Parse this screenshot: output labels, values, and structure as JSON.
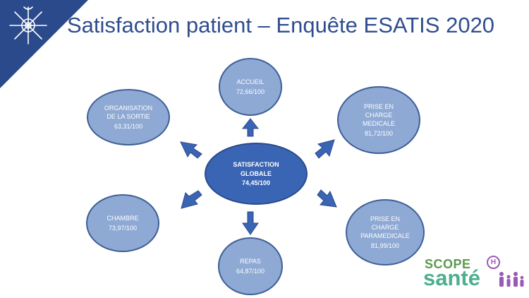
{
  "title": "Satisfaction patient – Enquête ESATIS 2020",
  "center": {
    "label_line1": "SATISFACTION",
    "label_line2": "GLOBALE",
    "value": "74,45/100"
  },
  "nodes": {
    "accueil": {
      "label": "ACCUEIL",
      "value": "72,66/100"
    },
    "prise_medicale": {
      "line1": "PRISE EN",
      "line2": "CHARGE",
      "line3": "MEDICALE",
      "value": "81,72/100"
    },
    "prise_paramedicale": {
      "line1": "PRISE EN",
      "line2": "CHARGE",
      "line3": "PARAMEDICALE",
      "value": "81,99/100"
    },
    "repas": {
      "label": "REPAS",
      "value": "64,87/100"
    },
    "chambre": {
      "label": "CHAMBRE",
      "value": "73,97/100"
    },
    "sortie": {
      "line1": "ORGANISATION",
      "line2": "DE LA SORTIE",
      "value": "63,31/100"
    }
  },
  "brand": {
    "scope": "SCOPE",
    "sante": "santé",
    "h": "H"
  },
  "colors": {
    "accent": "#2f4d8e",
    "node_fill": "#8ea9d4",
    "center_fill": "#3a64b4",
    "arrow": "#3a64b4"
  },
  "icons": {
    "corner": "star-logo-icon",
    "brand": "family-icon"
  }
}
